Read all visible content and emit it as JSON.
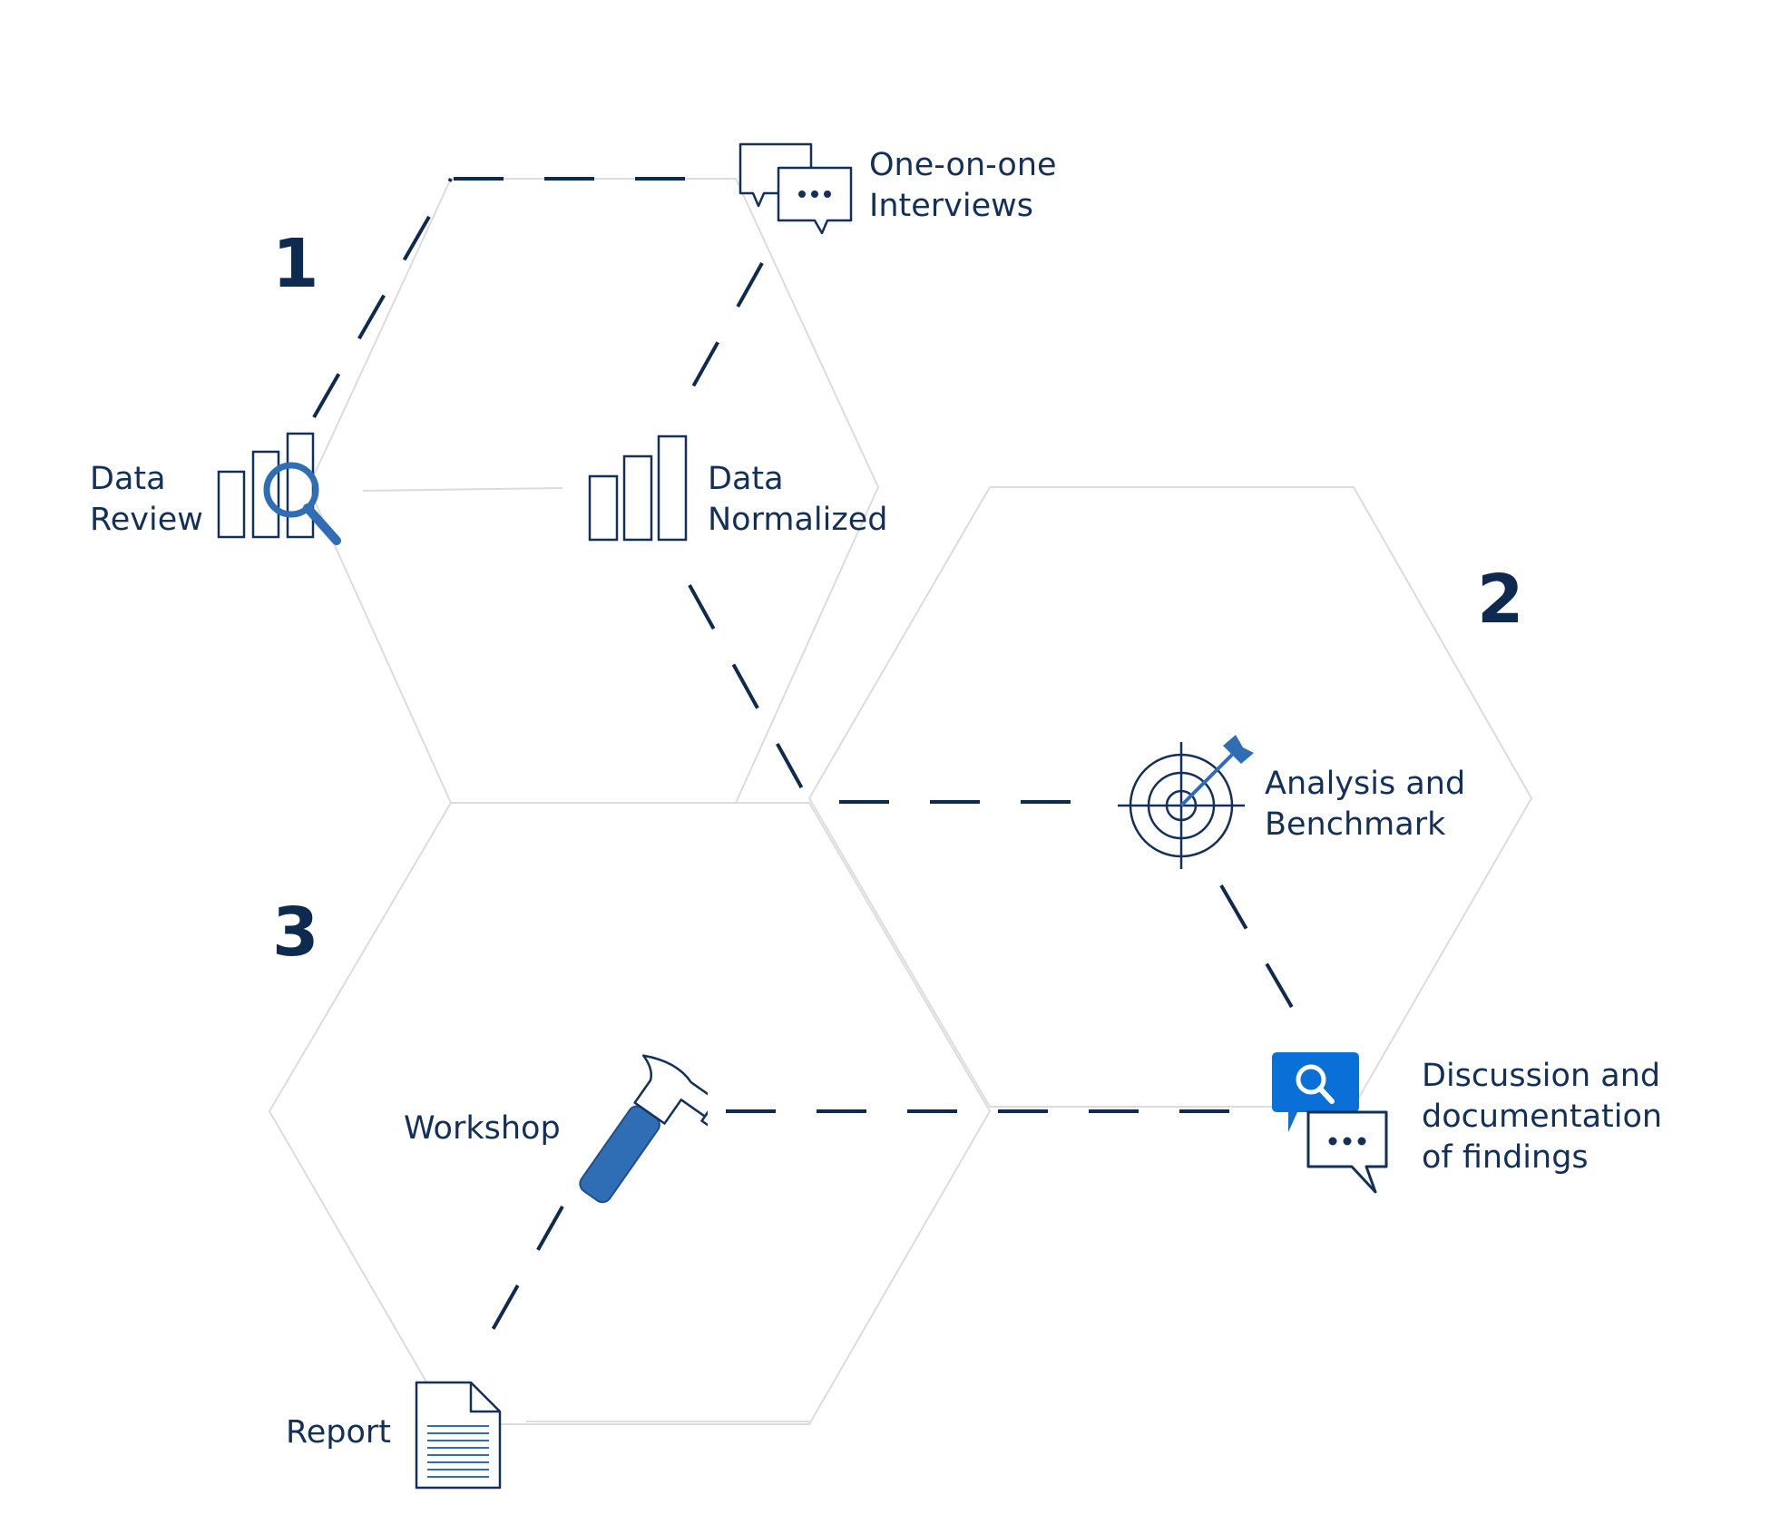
{
  "steps": [
    {
      "number": "1"
    },
    {
      "number": "2"
    },
    {
      "number": "3"
    }
  ],
  "nodes": {
    "interviews": {
      "lines": [
        "One-on-one",
        "Interviews"
      ],
      "icon": "chat-bubbles-icon"
    },
    "data_review": {
      "lines": [
        "Data",
        "Review"
      ],
      "icon": "bar-chart-magnifier-icon"
    },
    "data_normalized": {
      "lines": [
        "Data",
        "Normalized"
      ],
      "icon": "bar-chart-icon"
    },
    "analysis": {
      "lines": [
        "Analysis and",
        "Benchmark"
      ],
      "icon": "target-arrow-icon"
    },
    "discussion": {
      "lines": [
        "Discussion and",
        "documentation",
        "of findings"
      ],
      "icon": "search-chat-icon"
    },
    "workshop": {
      "lines": [
        "Workshop"
      ],
      "icon": "hammer-icon"
    },
    "report": {
      "lines": [
        "Report"
      ],
      "icon": "document-icon"
    }
  },
  "colors": {
    "navy": "#0f2a4f",
    "text": "#13305a",
    "accent": "#2f6db5",
    "bright_accent": "#0a6fd6",
    "hex_lines": "#dcdcdc"
  }
}
